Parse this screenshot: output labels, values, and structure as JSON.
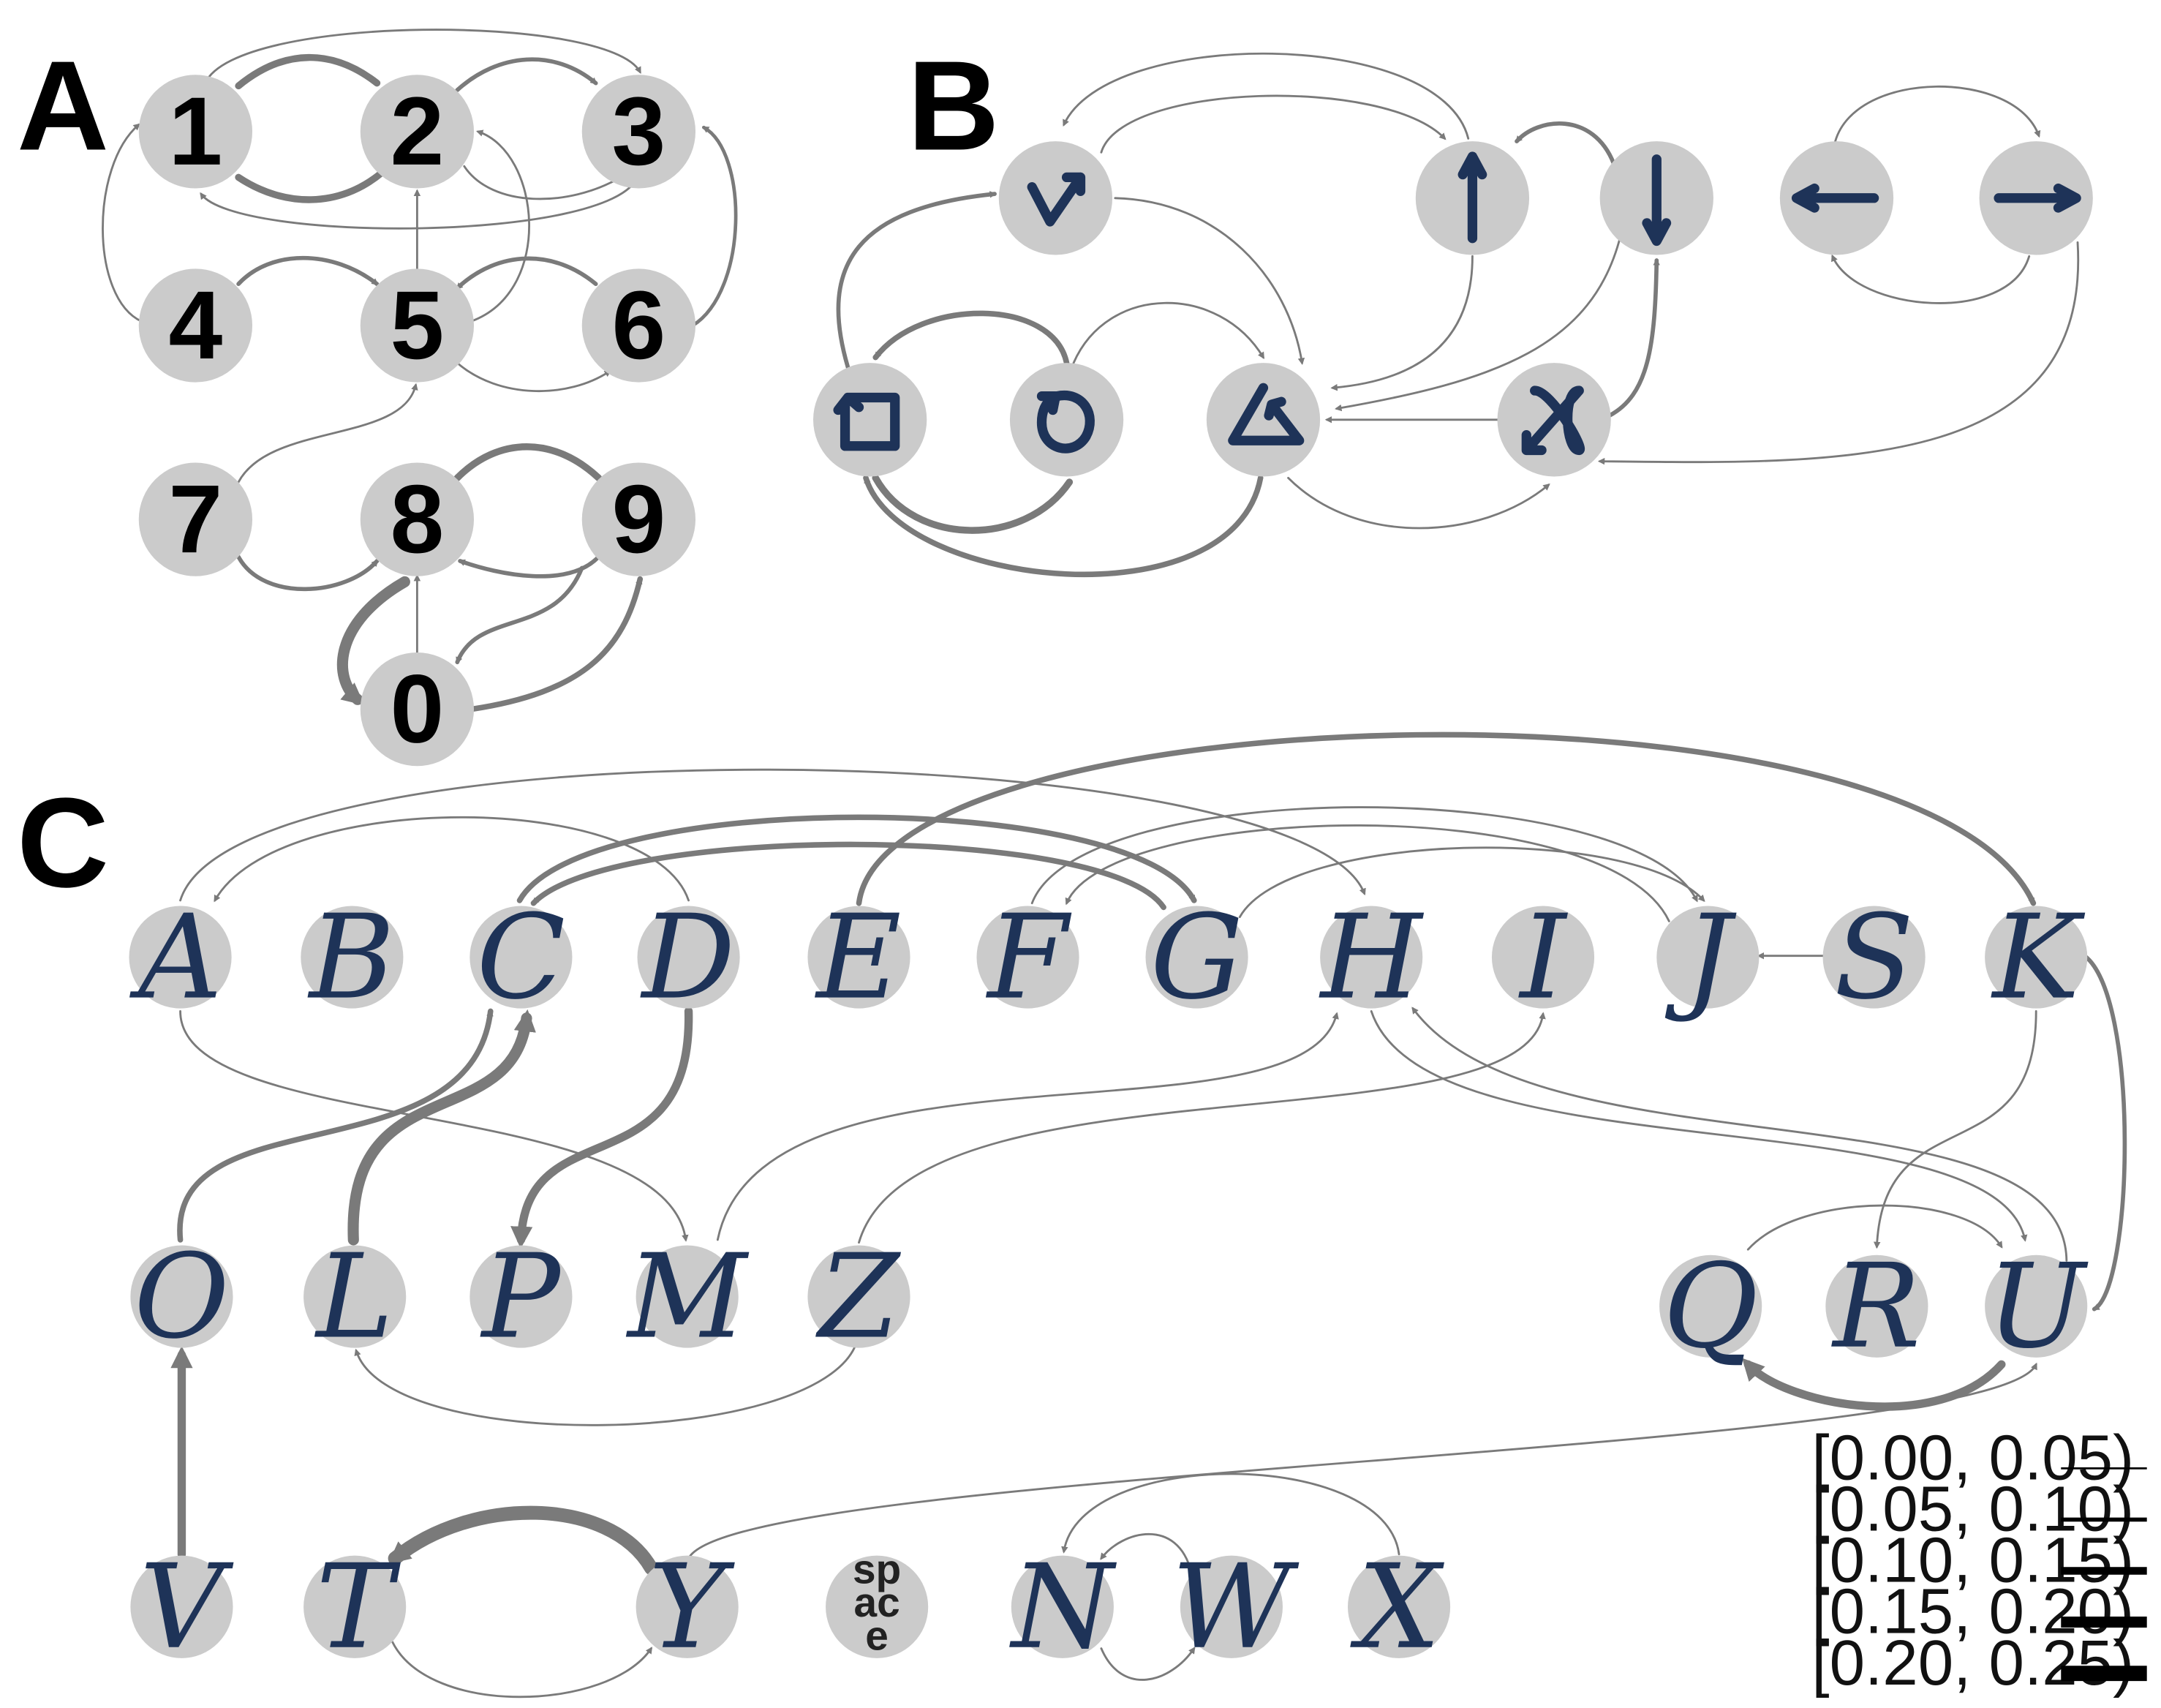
{
  "panels": {
    "a": "A",
    "b": "B",
    "c": "C"
  },
  "panel_a_nodes": [
    "1",
    "2",
    "3",
    "4",
    "5",
    "6",
    "7",
    "8",
    "9",
    "0"
  ],
  "panel_b_nodes": [
    "check",
    "arrow-up",
    "arrow-down",
    "arrow-left",
    "arrow-right",
    "square",
    "circle",
    "triangle",
    "x-shape"
  ],
  "panel_c_letters": [
    "A",
    "B",
    "C",
    "D",
    "E",
    "F",
    "G",
    "H",
    "I",
    "J",
    "S",
    "K",
    "O",
    "L",
    "P",
    "M",
    "Z",
    "Q",
    "R",
    "U",
    "V",
    "T",
    "Y",
    "N",
    "W",
    "X"
  ],
  "space_node": [
    "sp",
    "ac",
    "e"
  ],
  "legend": [
    "[0.00, 0.05)",
    "[0.05, 0.10)",
    "[0.10, 0.15)",
    "[0.15, 0.20)",
    "[0.20, 0.25)"
  ],
  "colors": {
    "node": "#cbcbcb",
    "edge": "#7a7a7a",
    "glyph": "#1e3358"
  }
}
